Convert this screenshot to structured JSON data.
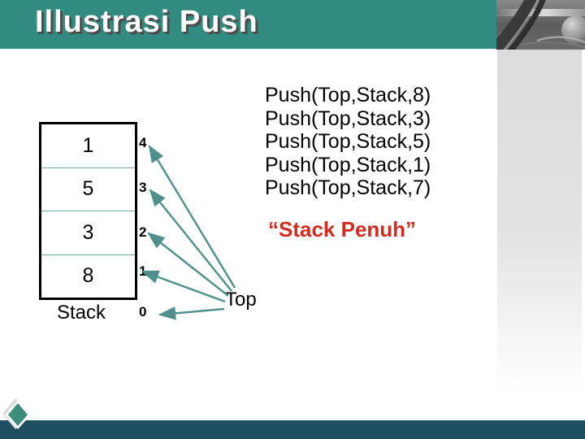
{
  "slide": {
    "title": "Illustrasi Push",
    "colors": {
      "header_teal": "#318B80",
      "footer_teal": "#1F4F63",
      "arrow_teal": "#4F908D",
      "divider_teal": "#7AA7B0",
      "alert_red": "#D42B1E"
    }
  },
  "stack_diagram": {
    "cells": [
      "1",
      "5",
      "3",
      "8"
    ],
    "indices": [
      "4",
      "3",
      "2",
      "1",
      "0"
    ],
    "stack_label": "Stack",
    "top_label": "Top"
  },
  "push_calls": [
    "Push(Top,Stack,8)",
    "Push(Top,Stack,3)",
    "Push(Top,Stack,5)",
    "Push(Top,Stack,1)",
    "Push(Top,Stack,7)"
  ],
  "alert_text": "“Stack Penuh”"
}
